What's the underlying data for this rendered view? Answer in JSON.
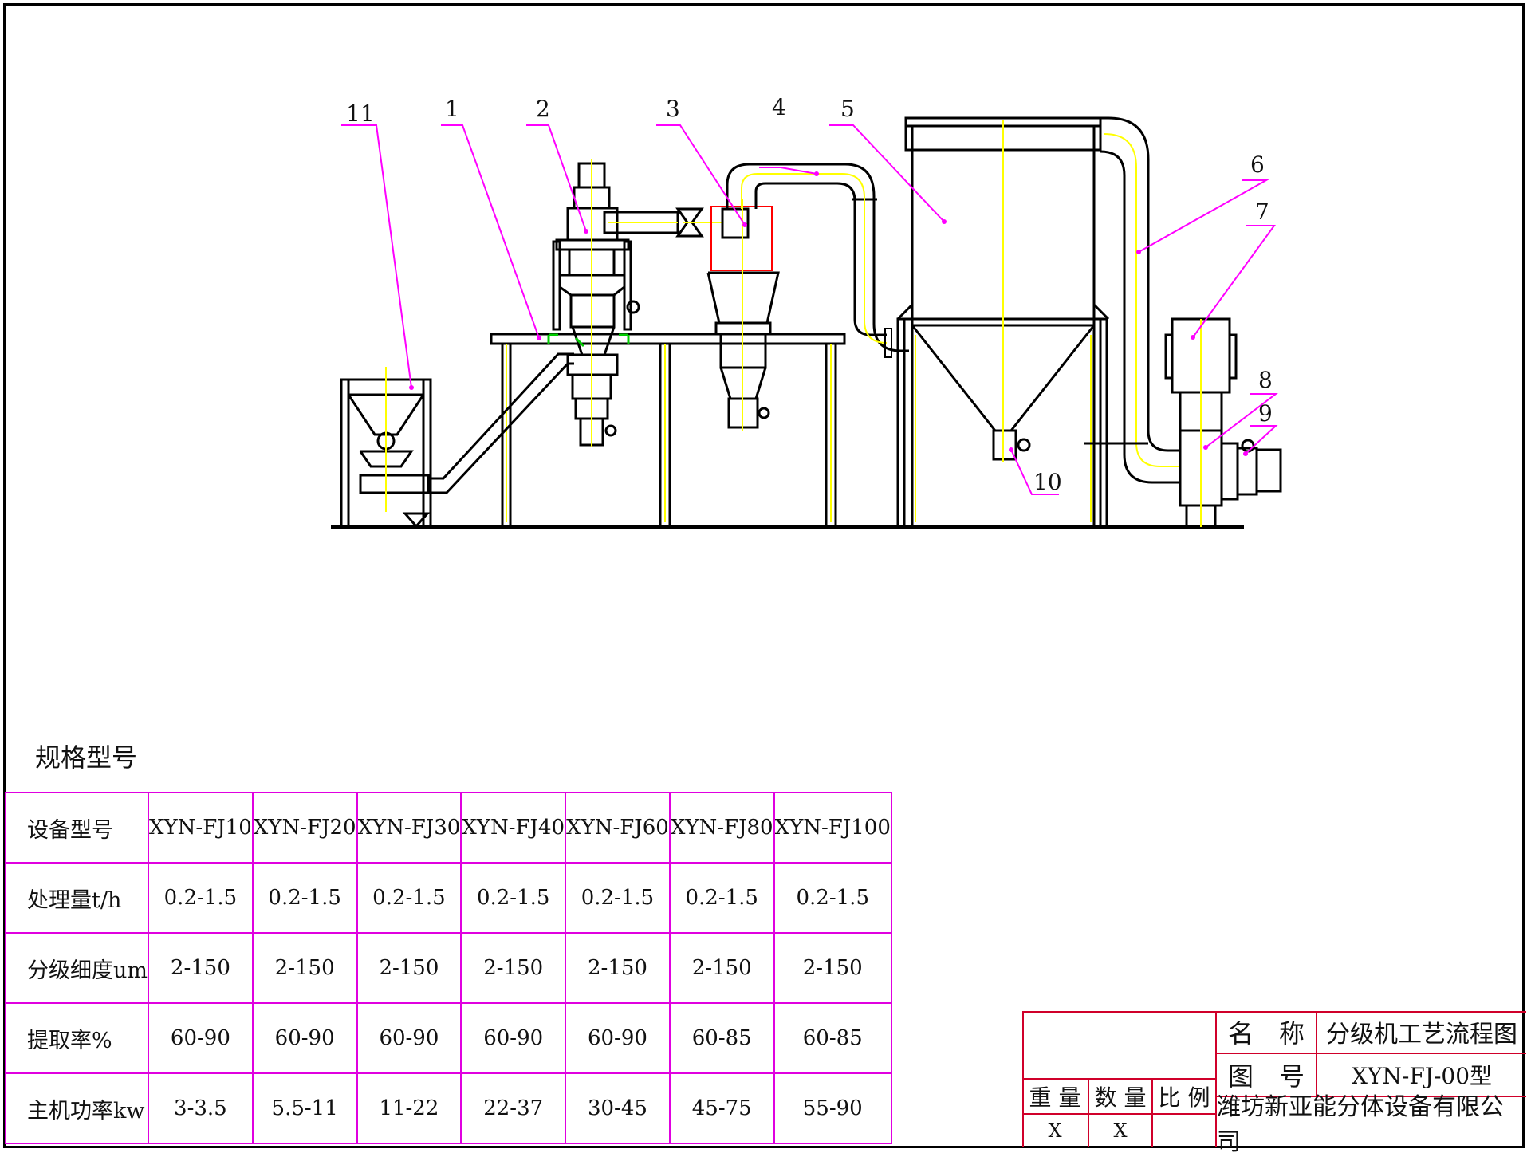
{
  "diagram": {
    "callouts": [
      "11",
      "1",
      "2",
      "3",
      "4",
      "5",
      "6",
      "7",
      "8",
      "9",
      "10"
    ],
    "colors": {
      "line": "#000000",
      "centerline": "#ffff00",
      "leader": "#ff00ff",
      "flange": "#00cc00",
      "cyclone_box": "#ff0000"
    }
  },
  "spec": {
    "title": "规格型号",
    "header_label": "设备型号",
    "models": [
      "XYN-FJ10",
      "XYN-FJ20",
      "XYN-FJ30",
      "XYN-FJ40",
      "XYN-FJ60",
      "XYN-FJ80",
      "XYN-FJ100"
    ],
    "rows": [
      {
        "label": "处理量t/h",
        "values": [
          "0.2-1.5",
          "0.2-1.5",
          "0.2-1.5",
          "0.2-1.5",
          "0.2-1.5",
          "0.2-1.5",
          "0.2-1.5"
        ]
      },
      {
        "label": "分级细度um",
        "values": [
          "2-150",
          "2-150",
          "2-150",
          "2-150",
          "2-150",
          "2-150",
          "2-150"
        ]
      },
      {
        "label": "提取率%",
        "values": [
          "60-90",
          "60-90",
          "60-90",
          "60-90",
          "60-90",
          "60-85",
          "60-85"
        ]
      },
      {
        "label": "主机功率kw",
        "values": [
          "3-3.5",
          "5.5-11",
          "11-22",
          "22-37",
          "30-45",
          "45-75",
          "55-90"
        ]
      }
    ]
  },
  "title_block": {
    "name_label": "名　称",
    "name_value": "分级机工艺流程图",
    "drawing_no_label": "图　号",
    "drawing_no_value": "XYN-FJ-00型",
    "weight_label": "重 量",
    "quantity_label": "数 量",
    "scale_label": "比 例",
    "weight_value": "X",
    "quantity_value": "X",
    "company": "潍坊新亚能分体设备有限公司"
  }
}
